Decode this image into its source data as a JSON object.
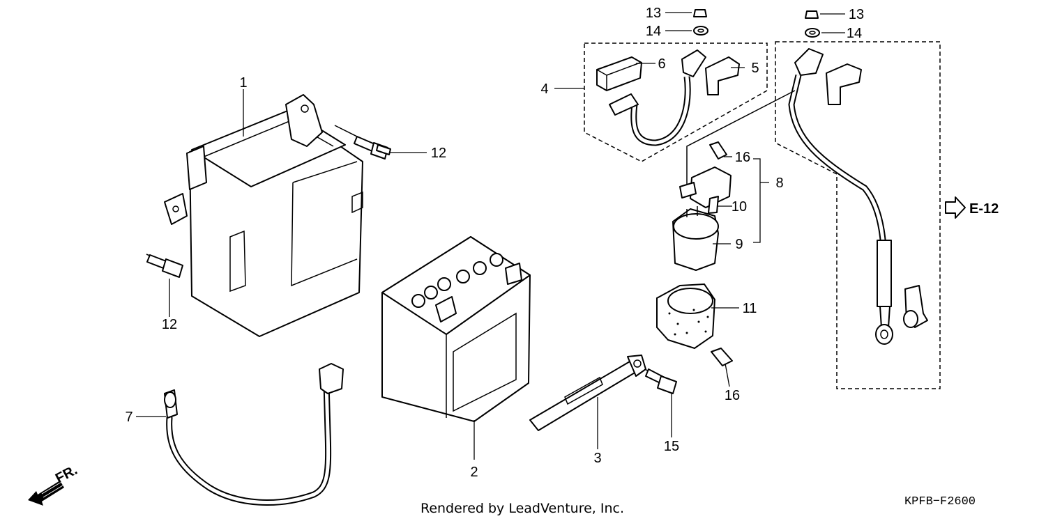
{
  "callouts": {
    "c1": "1",
    "c2": "2",
    "c3": "3",
    "c4": "4",
    "c5": "5",
    "c6": "6",
    "c7": "7",
    "c8": "8",
    "c9": "9",
    "c10": "10",
    "c11": "11",
    "c12a": "12",
    "c12b": "12",
    "c13a": "13",
    "c13b": "13",
    "c14a": "14",
    "c14b": "14",
    "c15": "15",
    "c16a": "16",
    "c16b": "16"
  },
  "reference": "E-12",
  "direction": "FR.",
  "credit": "Rendered by LeadVenture, Inc.",
  "diagram_code": "KPFB−F2600"
}
